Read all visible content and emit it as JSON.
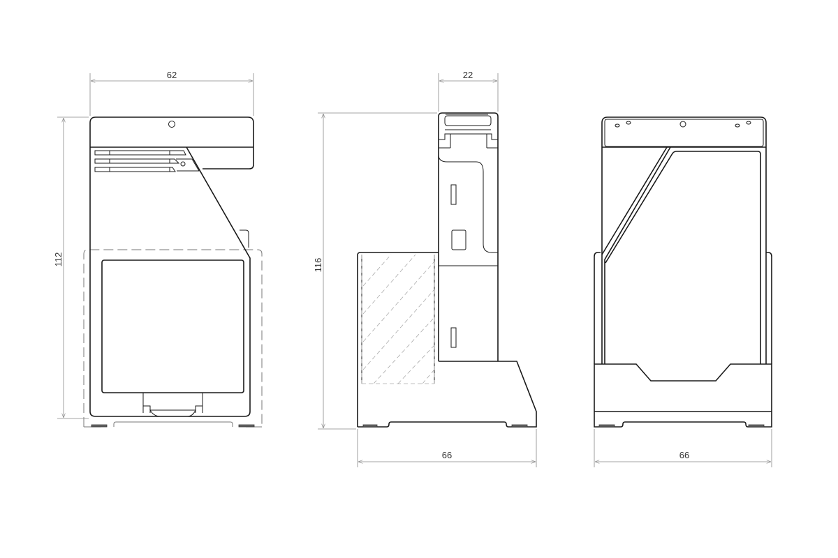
{
  "views": {
    "front": {
      "width_dim": "62",
      "height_dim": "112"
    },
    "side": {
      "depth_dim": "22",
      "height_dim": "116",
      "base_dim": "66"
    },
    "rear": {
      "base_dim": "66"
    }
  },
  "colors": {
    "line": "#1a1a1a",
    "dimension": "#888888"
  }
}
